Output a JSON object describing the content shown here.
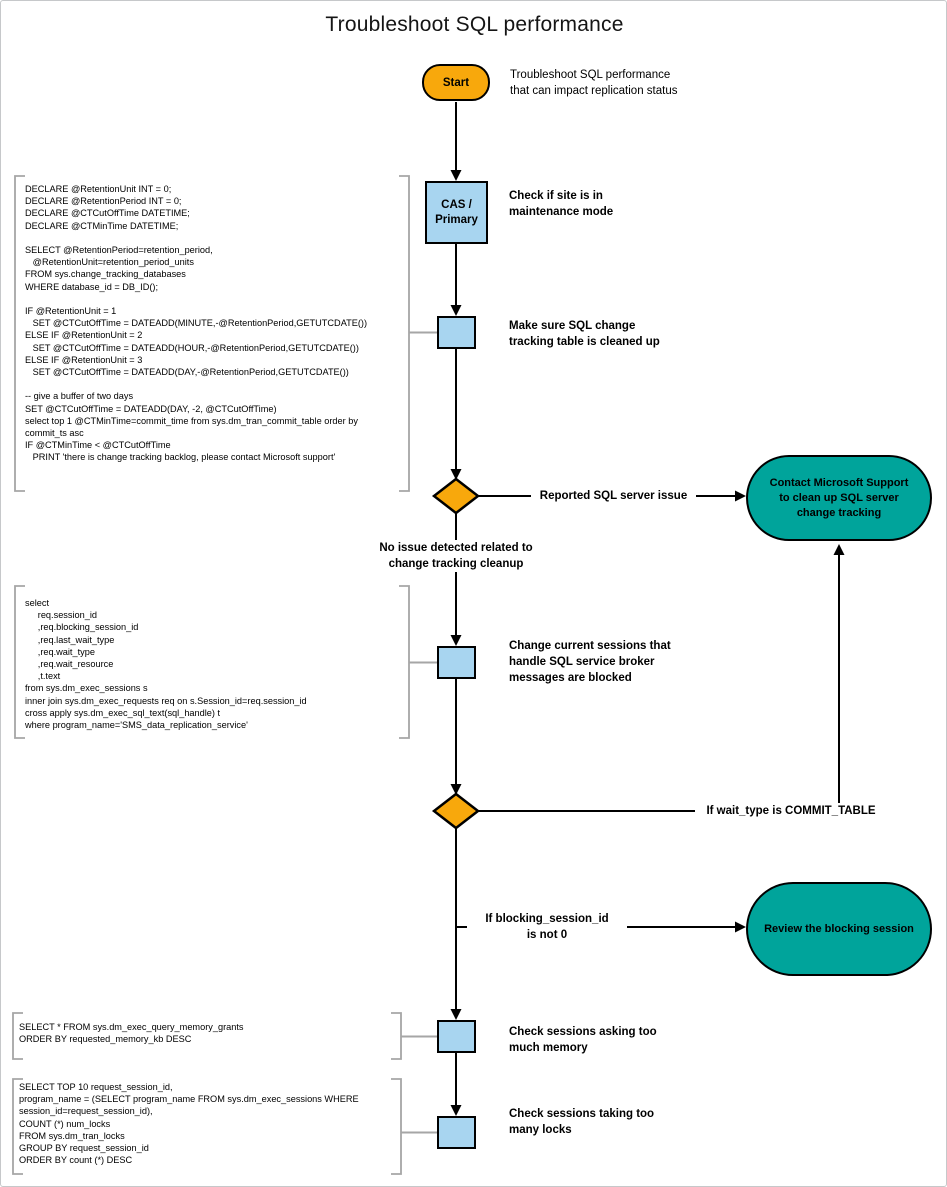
{
  "title": "Troubleshoot SQL performance",
  "nodes": {
    "start": "Start",
    "cas": "CAS /\nPrimary",
    "contact_support": "Contact Microsoft Support\nto clean up SQL server\nchange tracking",
    "review_blocking": "Review the blocking session"
  },
  "annotations": {
    "start_note": "Troubleshoot SQL performance\nthat can impact replication status",
    "maintenance": "Check if site is in\nmaintenance mode",
    "ct_cleanup": "Make sure SQL change\ntracking table is cleaned up",
    "broker_blocked": "Change current sessions that\nhandle SQL service broker\nmessages are blocked",
    "memory": "Check sessions asking too\nmuch memory",
    "locks": "Check sessions taking too\nmany locks"
  },
  "edges": {
    "reported_issue": "Reported SQL server issue",
    "no_issue": "No issue detected related to\nchange tracking cleanup",
    "wait_type": "If wait_type is COMMIT_TABLE",
    "blocking": "If blocking_session_id\nis not 0"
  },
  "code_blocks": {
    "retention": "DECLARE @RetentionUnit INT = 0;\nDECLARE @RetentionPeriod INT = 0;\nDECLARE @CTCutOffTime DATETIME;\nDECLARE @CTMinTime DATETIME;\n\nSELECT @RetentionPeriod=retention_period,\n   @RetentionUnit=retention_period_units\nFROM sys.change_tracking_databases\nWHERE database_id = DB_ID();\n\nIF @RetentionUnit = 1\n   SET @CTCutOffTime = DATEADD(MINUTE,-@RetentionPeriod,GETUTCDATE())\nELSE IF @RetentionUnit = 2\n   SET @CTCutOffTime = DATEADD(HOUR,-@RetentionPeriod,GETUTCDATE())\nELSE IF @RetentionUnit = 3\n   SET @CTCutOffTime = DATEADD(DAY,-@RetentionPeriod,GETUTCDATE())\n\n-- give a buffer of two days\nSET @CTCutOffTime = DATEADD(DAY, -2, @CTCutOffTime)\nselect top 1 @CTMinTime=commit_time from sys.dm_tran_commit_table order by\ncommit_ts asc\nIF @CTMinTime < @CTCutOffTime\n   PRINT 'there is change tracking backlog, please contact Microsoft support'",
    "blocked_sessions": "select\n     req.session_id\n     ,req.blocking_session_id\n     ,req.last_wait_type\n     ,req.wait_type\n     ,req.wait_resource\n     ,t.text\nfrom sys.dm_exec_sessions s\ninner join sys.dm_exec_requests req on s.Session_id=req.session_id\ncross apply sys.dm_exec_sql_text(sql_handle) t\nwhere program_name='SMS_data_replication_service'",
    "memory_grants": "SELECT * FROM sys.dm_exec_query_memory_grants\nORDER BY requested_memory_kb DESC",
    "locks": "SELECT TOP 10 request_session_id,\nprogram_name = (SELECT program_name FROM sys.dm_exec_sessions WHERE\nsession_id=request_session_id),\nCOUNT (*) num_locks\nFROM sys.dm_tran_locks\nGROUP BY request_session_id\nORDER BY count (*) DESC"
  },
  "colors": {
    "accent_amber": "#F8A80C",
    "node_blue": "#A8D5F0",
    "outcome_teal": "#00A49B",
    "connector_gray": "#A6A6A6",
    "line_black": "#000000"
  }
}
